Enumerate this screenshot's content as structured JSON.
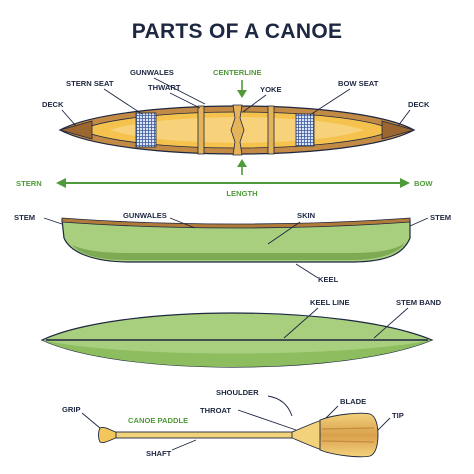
{
  "title": "PARTS OF A CANOE",
  "colors": {
    "ink": "#1d2741",
    "green_accent": "#4f9a3a",
    "hull_green": "#a8cf7d",
    "hull_green_dark": "#7faa54",
    "canoe_yellow": "#f5c24e",
    "wood_brown": "#b07a3a",
    "seat_blue": "#3c5aa0"
  },
  "top_view": {
    "labels": {
      "gunwales": "GUNWALES",
      "centerline": "CENTERLINE",
      "stern_seat": "STERN SEAT",
      "thwart": "THWART",
      "yoke": "YOKE",
      "bow_seat": "BOW SEAT",
      "deck_left": "DECK",
      "deck_right": "DECK"
    }
  },
  "length_axis": {
    "stern": "STERN",
    "bow": "BOW",
    "length": "LENGTH"
  },
  "side_view": {
    "labels": {
      "stem_left": "STEM",
      "gunwales": "GUNWALES",
      "skin": "SKIN",
      "stem_right": "STEM",
      "keel": "KEEL"
    }
  },
  "bottom_view": {
    "labels": {
      "keel_line": "KEEL LINE",
      "stem_band": "STEM BAND"
    }
  },
  "paddle": {
    "labels": {
      "shoulder": "SHOULDER",
      "blade": "BLADE",
      "throat": "THROAT",
      "grip": "GRIP",
      "canoe_paddle": "CANOE PADDLE",
      "tip": "TIP",
      "shaft": "SHAFT"
    }
  }
}
